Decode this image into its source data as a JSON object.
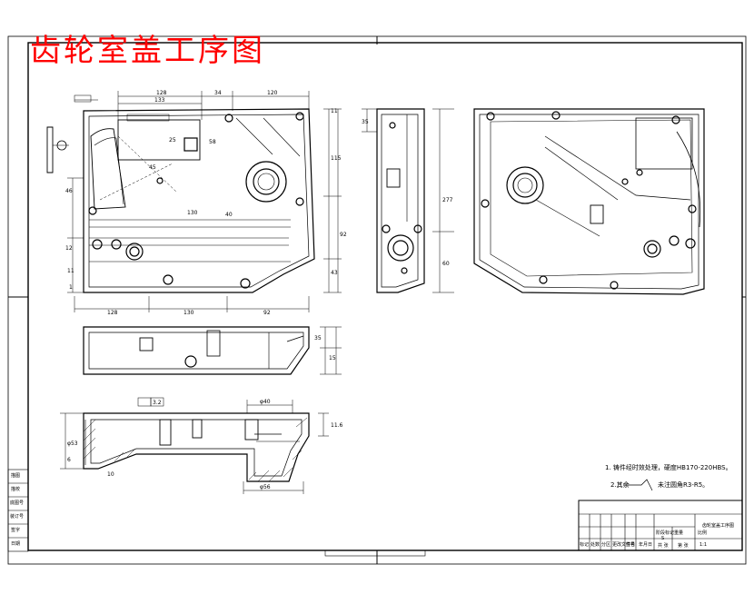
{
  "drawing": {
    "title": "齿轮室盖工序图",
    "notes": {
      "line1": "1. 铸件经时效处理，硬度HB170-220HBS。",
      "line2_prefix": "2.其余",
      "line2_suffix": "未注圆角R3-R5。"
    },
    "dims": {
      "top_view": [
        "128",
        "34",
        "120",
        "133",
        "58",
        "25",
        "115",
        "11",
        "92",
        "130",
        "46",
        "43",
        "12",
        "1",
        "128",
        "130",
        "92",
        "40",
        "45",
        "11"
      ],
      "side_view": [
        "35",
        "277",
        "60"
      ],
      "front_view": [
        "35",
        "15"
      ],
      "section_view": [
        "φ40",
        "φ56",
        "3.2",
        "11.6",
        "10",
        "φ53",
        "6"
      ]
    },
    "title_block": {
      "product_label": "齿轮室盖工序图",
      "col_labels": [
        "标记",
        "处数",
        "分区",
        "更改文件号",
        "签名",
        "年月日"
      ],
      "right_labels": [
        "阶段标记",
        "重量",
        "比例",
        "共 张",
        "第 张"
      ],
      "scale": "1:1",
      "stage": "S"
    },
    "left_strip": [
      "描图",
      "描校",
      "底图号",
      "装订号",
      "签字",
      "日期"
    ]
  }
}
